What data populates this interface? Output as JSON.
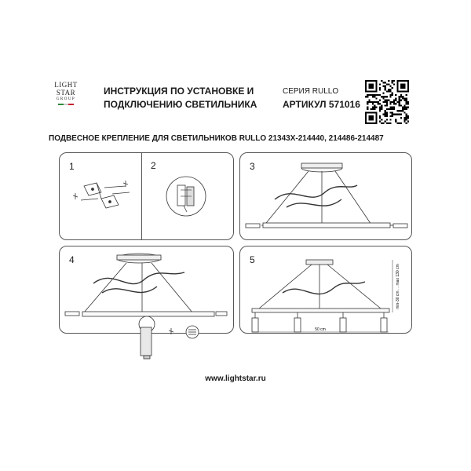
{
  "brand": {
    "line1": "LIGHT",
    "line2": "STAR",
    "line3": "GROUP",
    "flag_colors": [
      "#2e8b3d",
      "#ffffff",
      "#c8202f"
    ]
  },
  "header": {
    "title_line1": "ИНСТРУКЦИЯ ПО УСТАНОВКЕ И",
    "title_line2": "ПОДКЛЮЧЕНИЮ СВЕТИЛЬНИКА",
    "series": "СЕРИЯ RULLO",
    "article": "АРТИКУЛ 571016"
  },
  "subtitle": "ПОДВЕСНОЕ КРЕПЛЕНИЕ ДЛЯ СВЕТИЛЬНИКОВ RULLO 21343X-214440, 214486-214487",
  "steps": [
    {
      "num": "1"
    },
    {
      "num": "2"
    },
    {
      "num": "3"
    },
    {
      "num": "4"
    },
    {
      "num": "5"
    }
  ],
  "dimensions": {
    "width": "50 cm",
    "height": "min-30 cm ... max 130 cm"
  },
  "footer": {
    "url": "www.lightstar.ru"
  }
}
